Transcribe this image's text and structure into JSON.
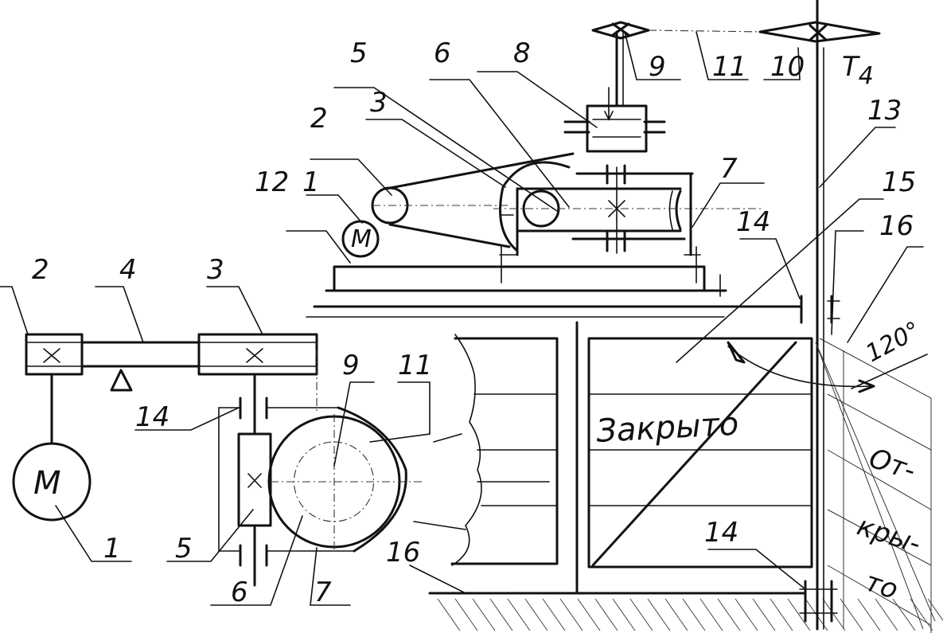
{
  "labels": {
    "top_9": "9",
    "top_11": "11",
    "top_10": "10",
    "top_t": "T",
    "top_t_sub": "4",
    "top_8": "8",
    "top_6": "6",
    "top_5": "5",
    "top_3": "3",
    "top_2": "2",
    "top_7": "7",
    "top_12": "12",
    "top_1": "1",
    "top_motor": "M",
    "right_13": "13",
    "right_15": "15",
    "right_16": "16",
    "right_14_top": "14",
    "right_14_bottom": "14",
    "left_2": "2",
    "left_4": "4",
    "left_3": "3",
    "left_14": "14",
    "left_9": "9",
    "left_11": "11",
    "left_1": "1",
    "left_5": "5",
    "left_6": "6",
    "left_7": "7",
    "left_16": "16",
    "left_motor": "M",
    "angle": "120°"
  },
  "words": {
    "closed": "Закрыто",
    "open_1": "От-",
    "open_2": "кры-",
    "open_3": "то"
  }
}
